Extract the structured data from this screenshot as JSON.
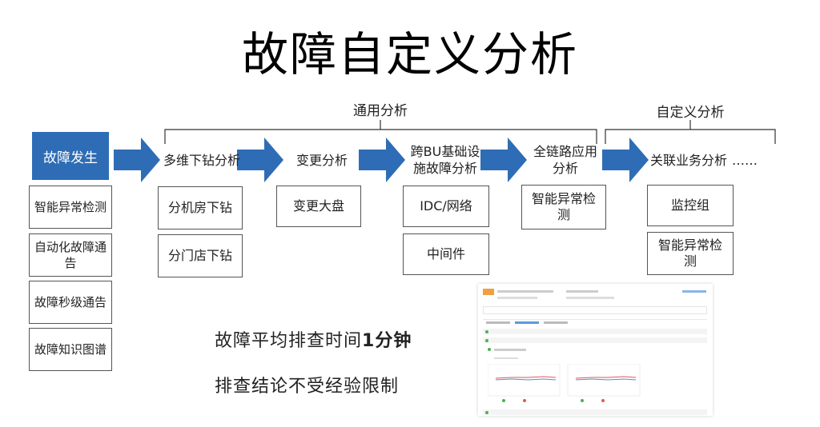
{
  "title": "故障自定义分析",
  "groups": {
    "general": "通用分析",
    "custom": "自定义分析"
  },
  "start": {
    "label": "故障发生",
    "items": [
      "智能异常检测",
      "自动化故障通告",
      "故障秒级通告",
      "故障知识图谱"
    ]
  },
  "steps": [
    {
      "label": "多维下钻分析",
      "items": [
        "分机房下钻",
        "分门店下钻"
      ]
    },
    {
      "label": "变更分析",
      "items": [
        "变更大盘"
      ]
    },
    {
      "label": "跨BU基础设施故障分析",
      "items": [
        "IDC/网络",
        "中间件"
      ]
    },
    {
      "label": "全链路应用分析",
      "items": [
        "智能异常检测"
      ]
    },
    {
      "label": "关联业务分析",
      "items": [
        "监控组",
        "智能异常检测"
      ]
    }
  ],
  "ellipsis": "……",
  "stats": {
    "line1_prefix": "故障平均排查时间",
    "line1_bold": "1分钟",
    "line2": "排查结论不受经验限制"
  },
  "colors": {
    "arrow": "#2e6db5",
    "start_bg": "#2e6db5"
  }
}
